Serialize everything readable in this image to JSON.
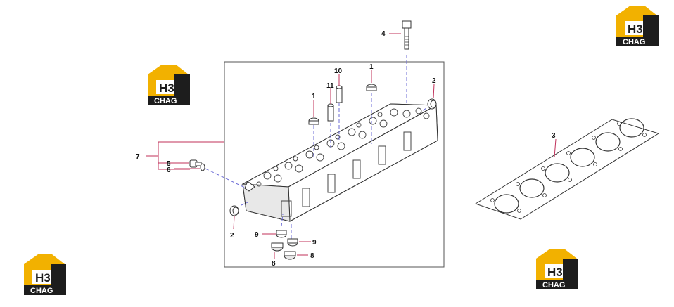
{
  "logo": {
    "mark": "H3",
    "caption": "CHAG"
  },
  "colors": {
    "logo_yellow": "#f2b100",
    "logo_dark": "#1d1d1d",
    "leader_line": "#c0305a",
    "dash_line": "#6b6bd6"
  },
  "callouts": {
    "c1a": "1",
    "c1b": "1",
    "c2a": "2",
    "c2b": "2",
    "c3": "3",
    "c4": "4",
    "c5": "5",
    "c6": "6",
    "c7": "7",
    "c8a": "8",
    "c8b": "8",
    "c9a": "9",
    "c9b": "9",
    "c10": "10",
    "c11": "11"
  }
}
